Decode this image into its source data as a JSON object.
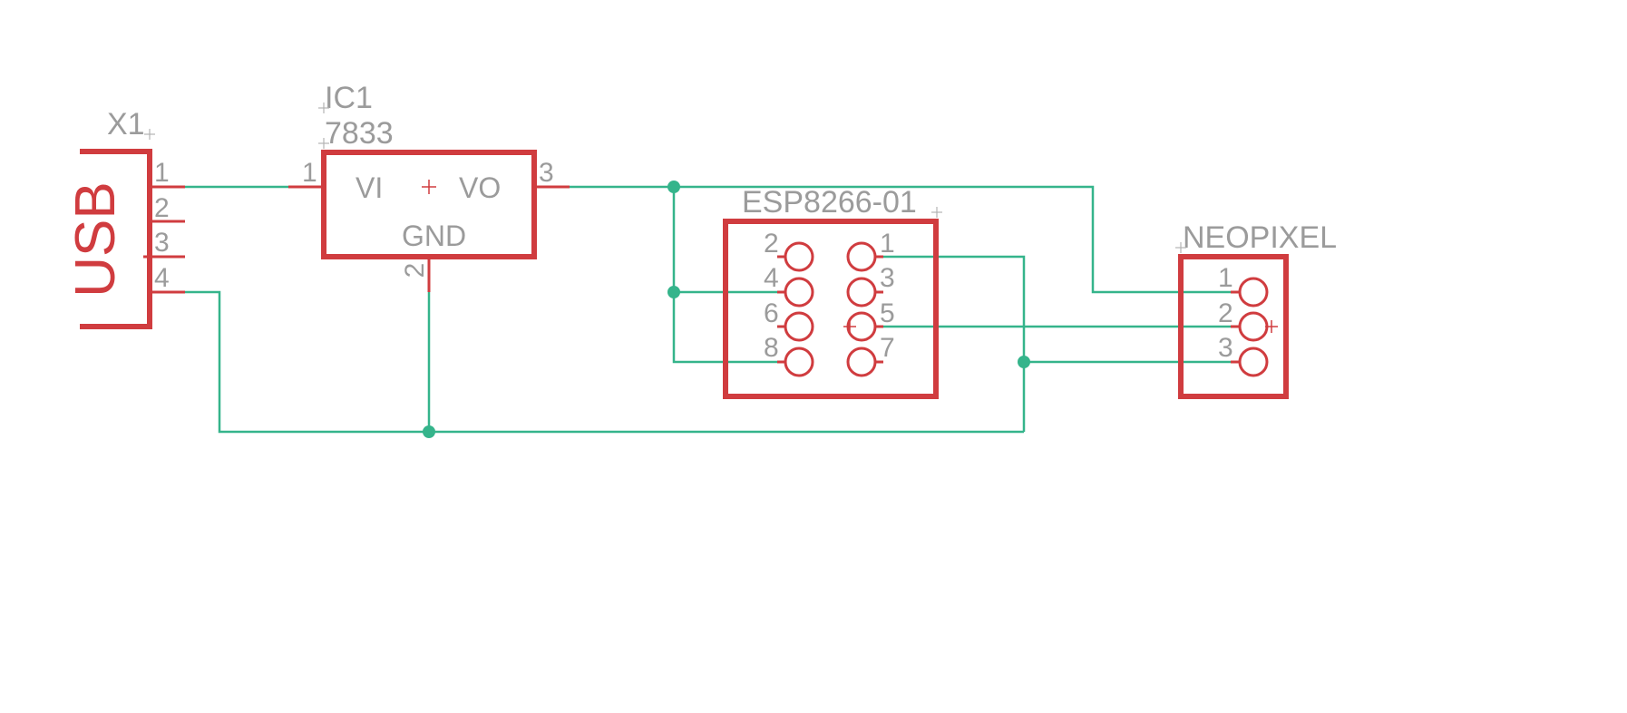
{
  "parts": {
    "x1": {
      "name": "X1",
      "symbol_text": "USB",
      "pins": [
        "1",
        "2",
        "3",
        "4"
      ]
    },
    "ic1": {
      "name": "IC1",
      "value": "7833",
      "vi": "VI",
      "vo": "VO",
      "gnd": "GND",
      "pin_in": "1",
      "pin_out": "3",
      "pin_gnd": "2"
    },
    "esp": {
      "name": "ESP8266-01",
      "left_pins": [
        "2",
        "4",
        "6",
        "8"
      ],
      "right_pins": [
        "1",
        "3",
        "5",
        "7"
      ]
    },
    "neopixel": {
      "name": "NEOPIXEL",
      "pins": [
        "1",
        "2",
        "3"
      ]
    }
  },
  "colors": {
    "symbol": "#d03c3f",
    "net": "#35b48b",
    "label": "#9b9b9b"
  }
}
